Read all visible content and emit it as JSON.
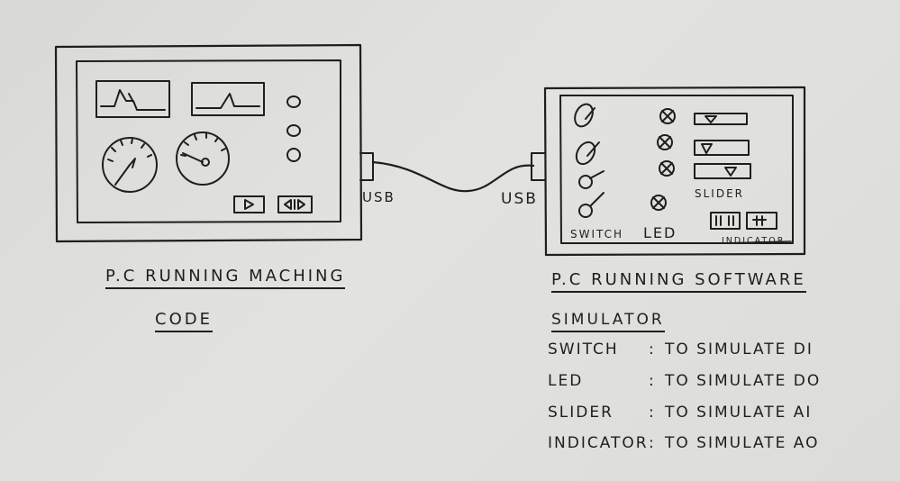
{
  "left_pc": {
    "usb_label": "USB",
    "caption_line1": "P.C RUNNING MACHING",
    "caption_line2": "CODE"
  },
  "right_pc": {
    "usb_label": "USB",
    "labels": {
      "switch": "SWITCH",
      "led": "LED",
      "slider": "SLIDER",
      "indicator": "INDICATOR"
    },
    "caption_line1": "P.C RUNNING SOFTWARE",
    "caption_line2": "SIMULATOR"
  },
  "legend": [
    {
      "key": "SWITCH",
      "value": "TO SIMULATE DI"
    },
    {
      "key": "LED",
      "value": "TO SIMULATE DO"
    },
    {
      "key": "SLIDER",
      "value": "TO SIMULATE AI"
    },
    {
      "key": "INDICATOR",
      "value": "TO SIMULATE AO"
    }
  ],
  "legend_separator": ":"
}
